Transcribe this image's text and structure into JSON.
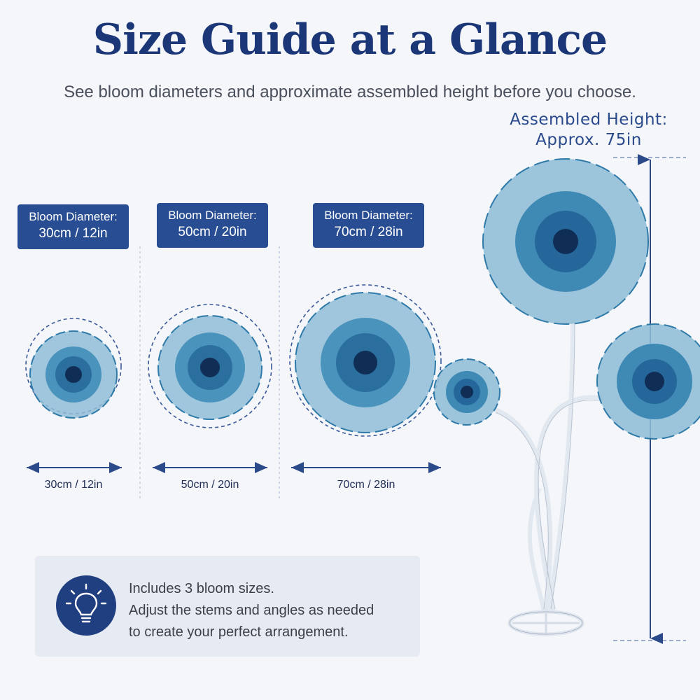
{
  "header": {
    "title": "Size Guide at a Glance",
    "subtitle": "See bloom diameters and approximate assembled height before you choose."
  },
  "assembled_height": {
    "line1": "Assembled Height:",
    "line2": "Approx. 75in"
  },
  "sizes": [
    {
      "badge_label": "Bloom Diameter:",
      "badge_value": "30cm / 12in",
      "dimension_label": "30cm / 12in"
    },
    {
      "badge_label": "Bloom Diameter:",
      "badge_value": "50cm / 20in",
      "dimension_label": "50cm / 20in"
    },
    {
      "badge_label": "Bloom Diameter:",
      "badge_value": "70cm / 28in",
      "dimension_label": "70cm / 28in"
    }
  ],
  "info": {
    "icon": "lightbulb-icon",
    "line1": "Includes 3 bloom sizes.",
    "line2": "Adjust the stems and angles as needed",
    "line3": "to create your perfect arrangement."
  },
  "colors": {
    "title": "#1b3778",
    "badge": "#284d92",
    "petal_light": "#8fbdd6",
    "petal_mid": "#3f8ab5",
    "petal_dark": "#1a5f8f",
    "center": "#0f2d55",
    "background": "#f4f6fa"
  }
}
